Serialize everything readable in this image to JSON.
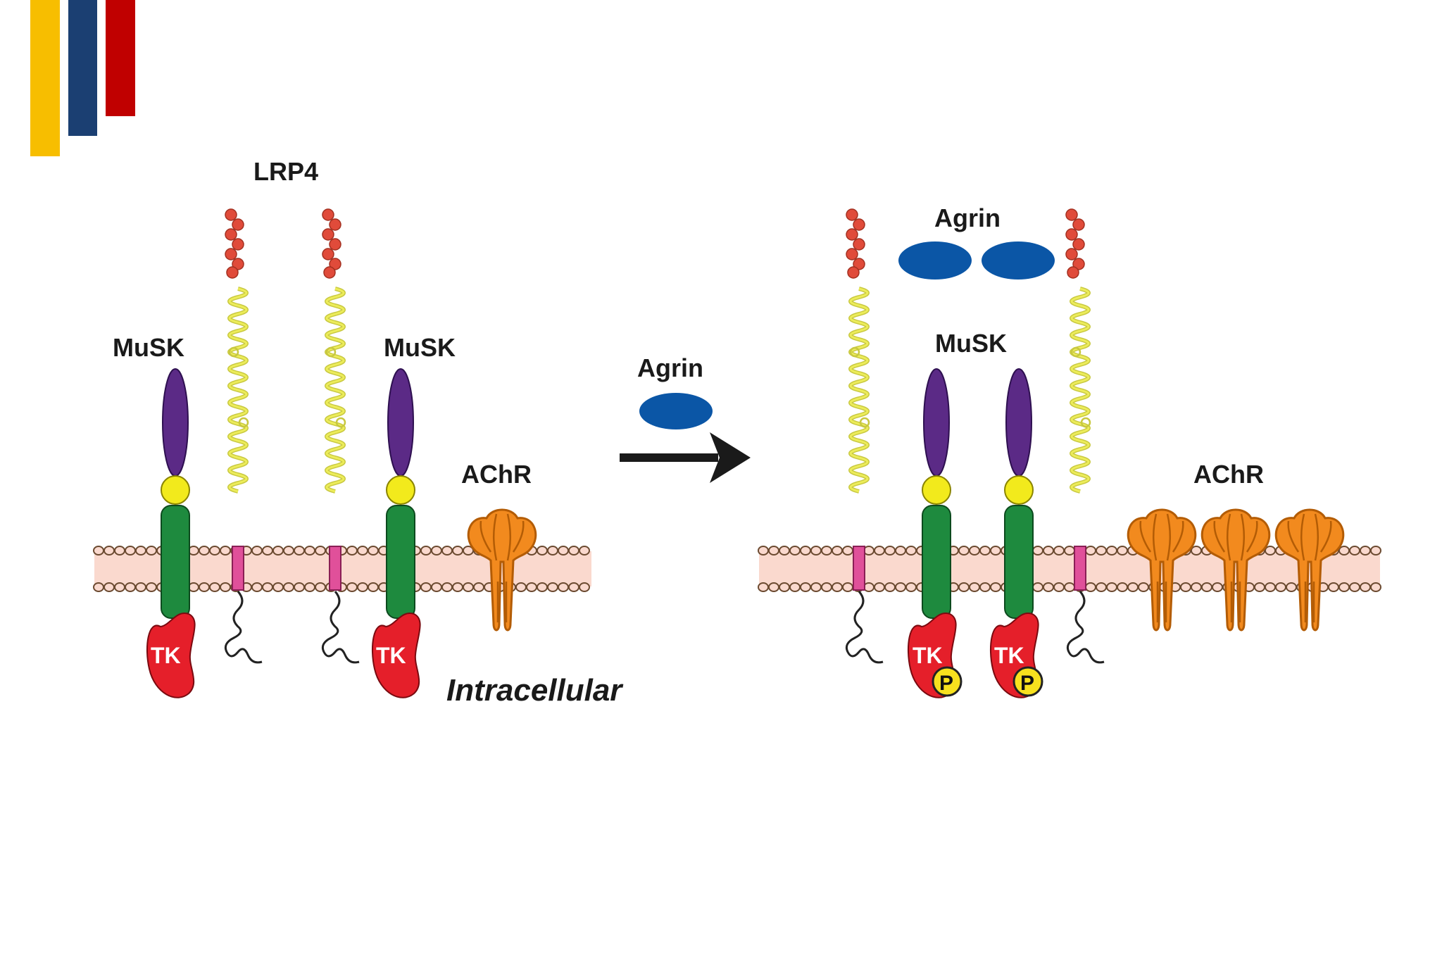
{
  "colors": {
    "bar_yellow": "#F7BE00",
    "bar_blue": "#1B3F72",
    "bar_red": "#C00000",
    "membrane_fill": "#FAD9CE",
    "lrp4_coil": "#E2E24A",
    "lrp4_beads": "#E04B3A",
    "lrp4_tm": "#E0509A",
    "musk_ecd": "#5B2A86",
    "musk_joint": "#F2EA1C",
    "musk_tm": "#1E8A3E",
    "tk_kinase": "#E51F2A",
    "phospho": "#F7E11E",
    "agrin": "#0B56A6",
    "achr": "#F28A1E"
  },
  "labels": {
    "lrp4": "LRP4",
    "musk": "MuSK",
    "achr": "AChR",
    "agrin": "Agrin",
    "intracellular": "Intracellular",
    "tk": "TK",
    "phospho": "P"
  }
}
